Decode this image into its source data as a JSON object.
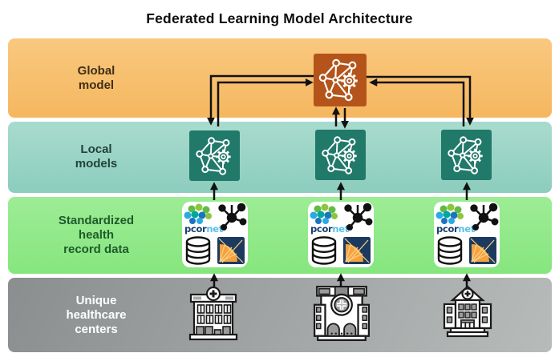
{
  "title": "Federated Learning Model Architecture",
  "layers": {
    "global": {
      "label": "Global\nmodel",
      "icon": "network-gear-icon"
    },
    "local": {
      "label": "Local\nmodels",
      "icon": "network-gear-icon"
    },
    "data": {
      "label": "Standardized\nhealth\nrecord data",
      "icons": [
        "pcornet-logo",
        "molecule-icon",
        "database-icon",
        "fan-chart-logo"
      ]
    },
    "centers": {
      "label": "Unique\nhealthcare\ncenters",
      "icon": "hospital-icon"
    }
  },
  "pcornet_logo": {
    "name_dark": "pcor",
    "name_light": "net"
  },
  "colors": {
    "band-global": "#F5B75F",
    "band-local": "#8CCDBD",
    "band-data": "#86E67E",
    "band-centers": "#9A9D9D",
    "icon-global": "#B4541B",
    "icon-local": "#21796A",
    "arrow": "#111111",
    "label-global": "#3E2F15",
    "label-local": "#24423A",
    "label-data": "#1F5B2B",
    "label-centers": "#FFFFFF",
    "pcor-dark": "#1B3E6F",
    "pcor-light": "#56C2E9",
    "fan-navy": "#1C3A5E",
    "fan-orange": "#F5A13C"
  }
}
